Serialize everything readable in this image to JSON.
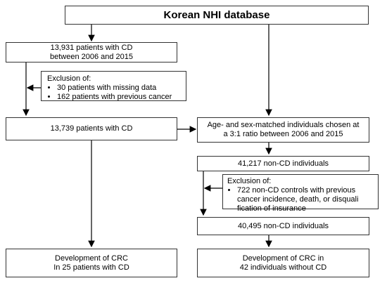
{
  "boxes": {
    "db": {
      "title": "Korean NHI database"
    },
    "cd_initial": {
      "line1": "13,931 patients with CD",
      "line2": "between 2006 and 2015"
    },
    "cd_exclusion": {
      "heading": "Exclusion of:",
      "items": [
        "30 patients with missing data",
        "162 patients with previous cancer"
      ]
    },
    "cd_final": {
      "text": "13,739 patients with CD"
    },
    "matched": {
      "line1": "Age- and sex-matched individuals chosen at",
      "line2": "a 3:1 ratio between 2006 and 2015"
    },
    "noncd_initial": {
      "text": "41,217 non-CD individuals"
    },
    "noncd_exclusion": {
      "heading": "Exclusion of:",
      "items": [
        "722 non-CD controls with previous cancer incidence, death, or disquali fication of insurance"
      ]
    },
    "noncd_final": {
      "text": "40,495 non-CD individuals"
    },
    "crc_cd": {
      "line1": "Development of CRC",
      "line2": "In 25 patients with CD"
    },
    "crc_noncd": {
      "line1": "Development of CRC in",
      "line2": "42 individuals without CD"
    }
  }
}
